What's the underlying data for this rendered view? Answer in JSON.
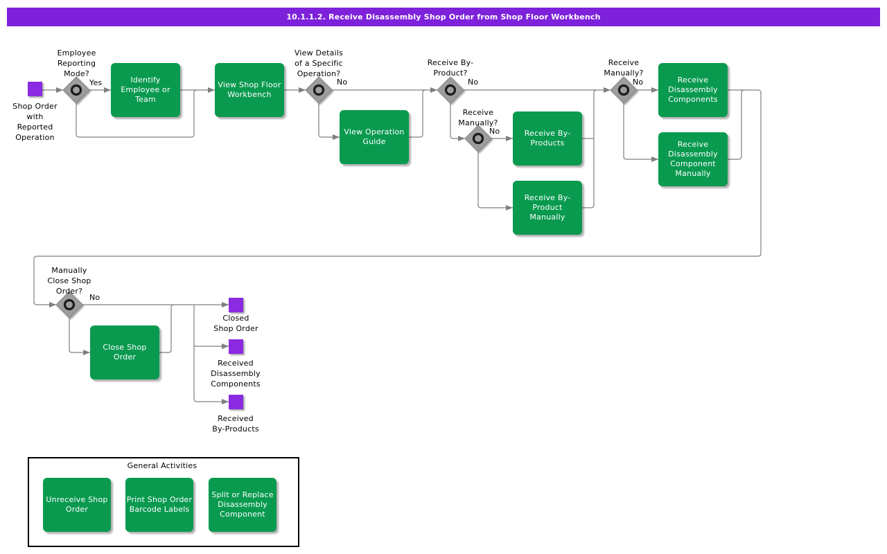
{
  "header": {
    "title": "10.1.1.2. Receive Disassembly Shop Order from Shop Floor Workbench"
  },
  "colors": {
    "header_bar_purple": "#7D22DA",
    "event_purple": "#8A2BE2",
    "activity_green": "#0A9A4F",
    "connector_gray": "#7F7F7F",
    "diamond_gray": "#9D9D9D",
    "text_black": "#000000",
    "text_white": "#ffffff"
  },
  "events": {
    "start": {
      "label": "Shop Order\nwith\nReported\nOperation"
    },
    "closed_shop_order": {
      "label": "Closed\nShop Order"
    },
    "received_disassembly_components": {
      "label": "Received\nDisassembly\nComponents"
    },
    "received_by_products": {
      "label": "Received\nBy-Products"
    }
  },
  "decisions": {
    "employee_reporting_mode": {
      "label": "Employee\nReporting\nMode?",
      "branch_label": "Yes"
    },
    "view_details_operation": {
      "label": "View Details\nof a Specific\nOperation?",
      "branch_label": "No"
    },
    "receive_by_product": {
      "label": "Receive By-\nProduct?",
      "branch_label": "No"
    },
    "receive_manually_byproduct": {
      "label": "Receive\nManually?",
      "branch_label": "No"
    },
    "receive_manually_components": {
      "label": "Receive\nManually?",
      "branch_label": "No"
    },
    "manually_close_shop_order": {
      "label": "Manually\nClose Shop\nOrder?",
      "branch_label": "No"
    }
  },
  "activities": {
    "identify_employee_or_team": {
      "label": "Identify\nEmployee or\nTeam"
    },
    "view_shop_floor_workbench": {
      "label": "View Shop Floor\nWorkbench"
    },
    "view_operation_guide": {
      "label": "View Operation\nGuide"
    },
    "receive_by_products": {
      "label": "Receive By-\nProducts"
    },
    "receive_by_product_manually": {
      "label": "Receive By-\nProduct\nManually"
    },
    "receive_disassembly_components": {
      "label": "Receive\nDisassembly\nComponents"
    },
    "receive_disassembly_component_manually": {
      "label": "Receive\nDisassembly\nComponent\nManually"
    },
    "close_shop_order": {
      "label": "Close Shop\nOrder"
    }
  },
  "general_activities": {
    "title": "General Activities",
    "items": {
      "unreceive_shop_order": {
        "label": "Unreceive Shop\nOrder"
      },
      "print_shop_order_barcode_labels": {
        "label": "Print Shop Order\nBarcode Labels"
      },
      "split_or_replace_disassembly_component": {
        "label": "Split or Replace\nDisassembly\nComponent"
      }
    }
  }
}
